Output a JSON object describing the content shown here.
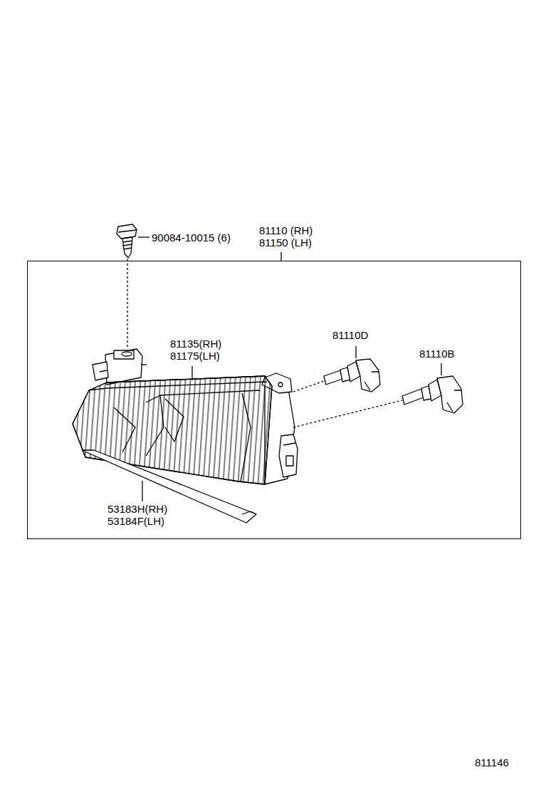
{
  "diagram": {
    "nodes": [
      {
        "text": [
          "81110 (RH) 81150 (LH)"
        ]
      }
    ],
    "edges": [],
    "labels": [
      "90084-10015 (6)",
      "81135(RH) 81175(LH)",
      "81110D",
      "81110B",
      "53183H(RH) 53184F(LH)",
      "811146"
    ]
  }
}
